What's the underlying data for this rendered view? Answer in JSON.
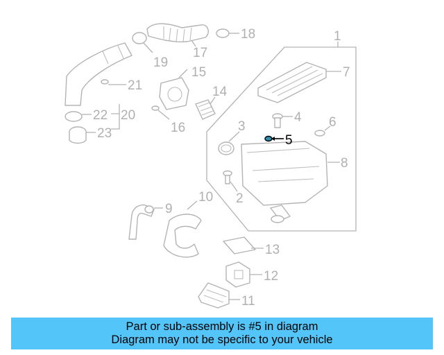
{
  "diagram": {
    "callouts": [
      "1",
      "2",
      "3",
      "4",
      "5",
      "6",
      "7",
      "8",
      "9",
      "10",
      "11",
      "12",
      "13",
      "14",
      "15",
      "16",
      "17",
      "18",
      "19",
      "20",
      "21",
      "22",
      "23"
    ],
    "highlighted_part": "5",
    "colors": {
      "line": "#b3b3b3",
      "highlight": "#000000",
      "banner": "#54c5f8"
    }
  },
  "banner": {
    "line1": "Part or sub-assembly is #5 in diagram",
    "line2": "Diagram may not be specific to your vehicle"
  }
}
